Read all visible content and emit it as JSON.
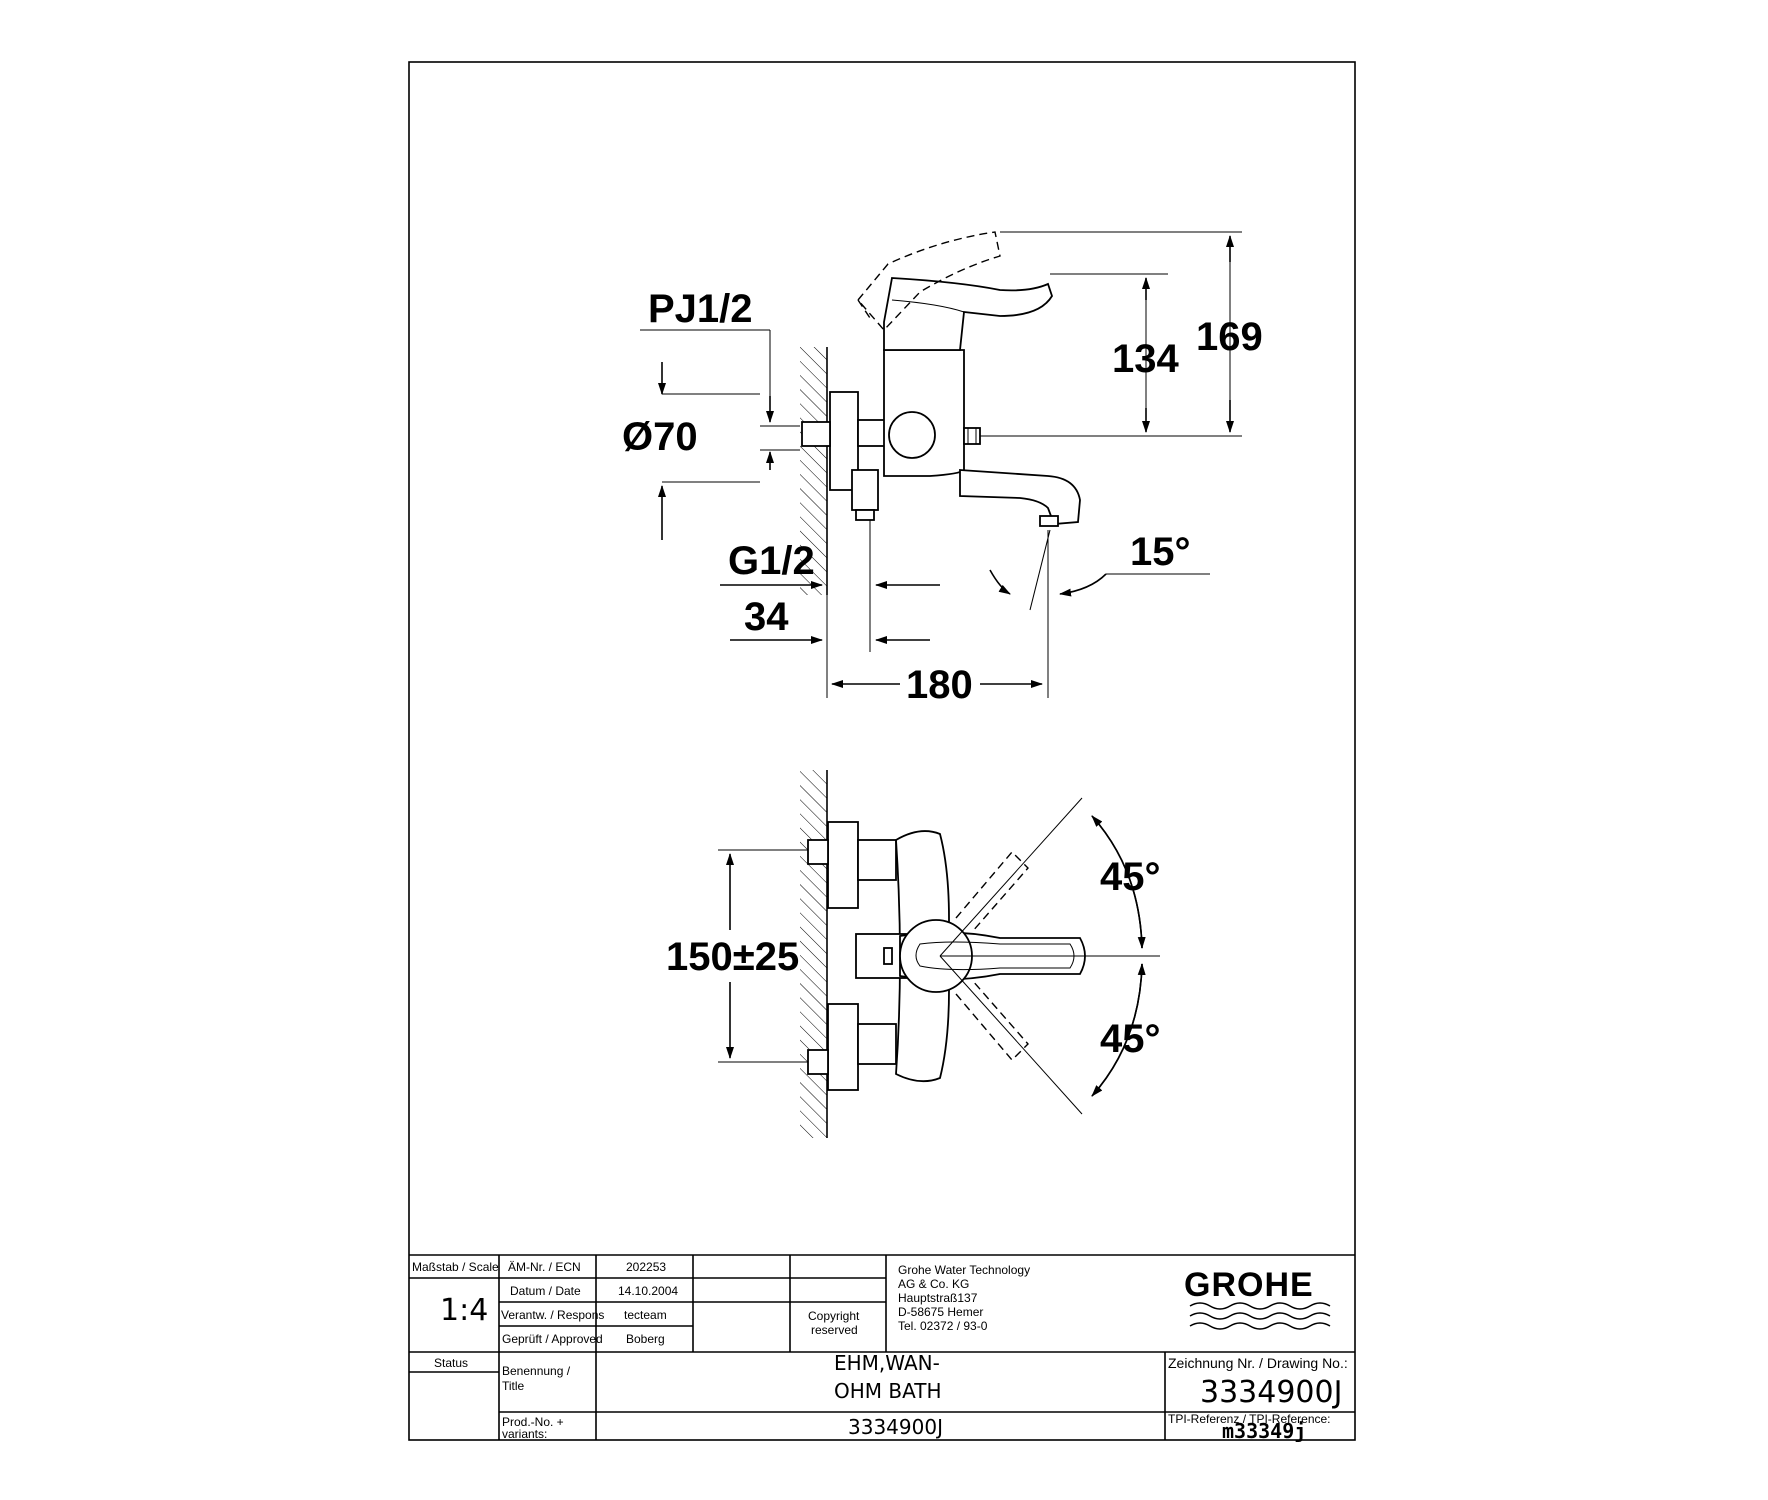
{
  "side_view": {
    "dim_pj": "PJ1/2",
    "dim_dia": "Ø70",
    "dim_g": "G1/2",
    "dim_34": "34",
    "dim_180": "180",
    "dim_134": "134",
    "dim_169": "169",
    "dim_angle": "15°"
  },
  "top_view": {
    "dim_spacing": "150±25",
    "angle_upper": "45°",
    "angle_lower": "45°"
  },
  "title_block": {
    "scale_label": "Maßstab / Scale",
    "scale_value": "1:4",
    "ecn_label": "ÄM-Nr. / ECN",
    "ecn_value": "202253",
    "date_label": "Datum / Date",
    "date_value": "14.10.2004",
    "resp_label": "Verantw. / Respons",
    "resp_value": "tecteam",
    "approved_label": "Geprüft / Approved",
    "approved_value": "Boberg",
    "copyright_line1": "Copyright",
    "copyright_line2": "reserved",
    "company_lines": [
      "Grohe Water Technology",
      "AG & Co. KG",
      "Hauptstraß137",
      "D-58675 Hemer",
      "Tel. 02372 / 93-0"
    ],
    "logo_text": "GROHE",
    "status_label": "Status",
    "title_label_1": "Benennung /",
    "title_label_2": "Title",
    "title_line1": "EHM,WAN-",
    "title_line2": "OHM BATH",
    "drawing_no_label": "Zeichnung Nr. / Drawing No.:",
    "drawing_no": "3334900J",
    "prod_label_1": "Prod.-No. +",
    "prod_label_2": "variants:",
    "prod_value": "3334900J",
    "tpi_label": "TPI-Referenz / TPI-Reference:",
    "tpi_value": "m33349j"
  }
}
